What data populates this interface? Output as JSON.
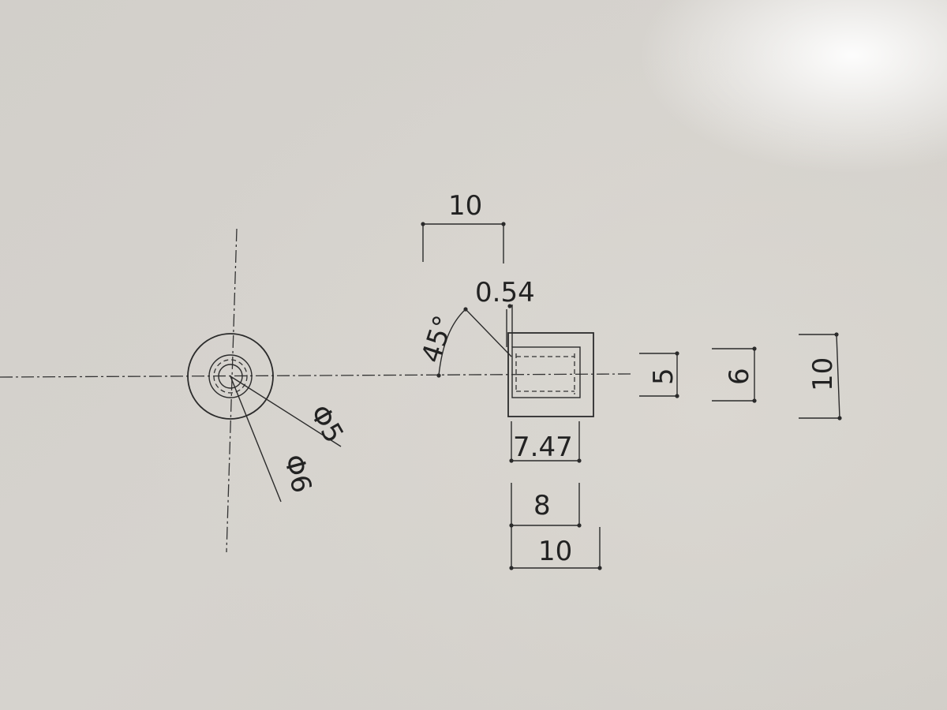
{
  "drawing": {
    "front_view": {
      "outer_diameter_label": "Φ6",
      "inner_diameter_label": "Φ5"
    },
    "side_view": {
      "chamfer_angle_label": "45°",
      "chamfer_size_label": "0.54",
      "length_top_label": "10",
      "bore_depth_label": "7.47",
      "head_length_label": "8",
      "overall_length_label": "10",
      "bore_diameter_label": "5",
      "shaft_diameter_label": "6",
      "outer_size_label": "10"
    }
  }
}
